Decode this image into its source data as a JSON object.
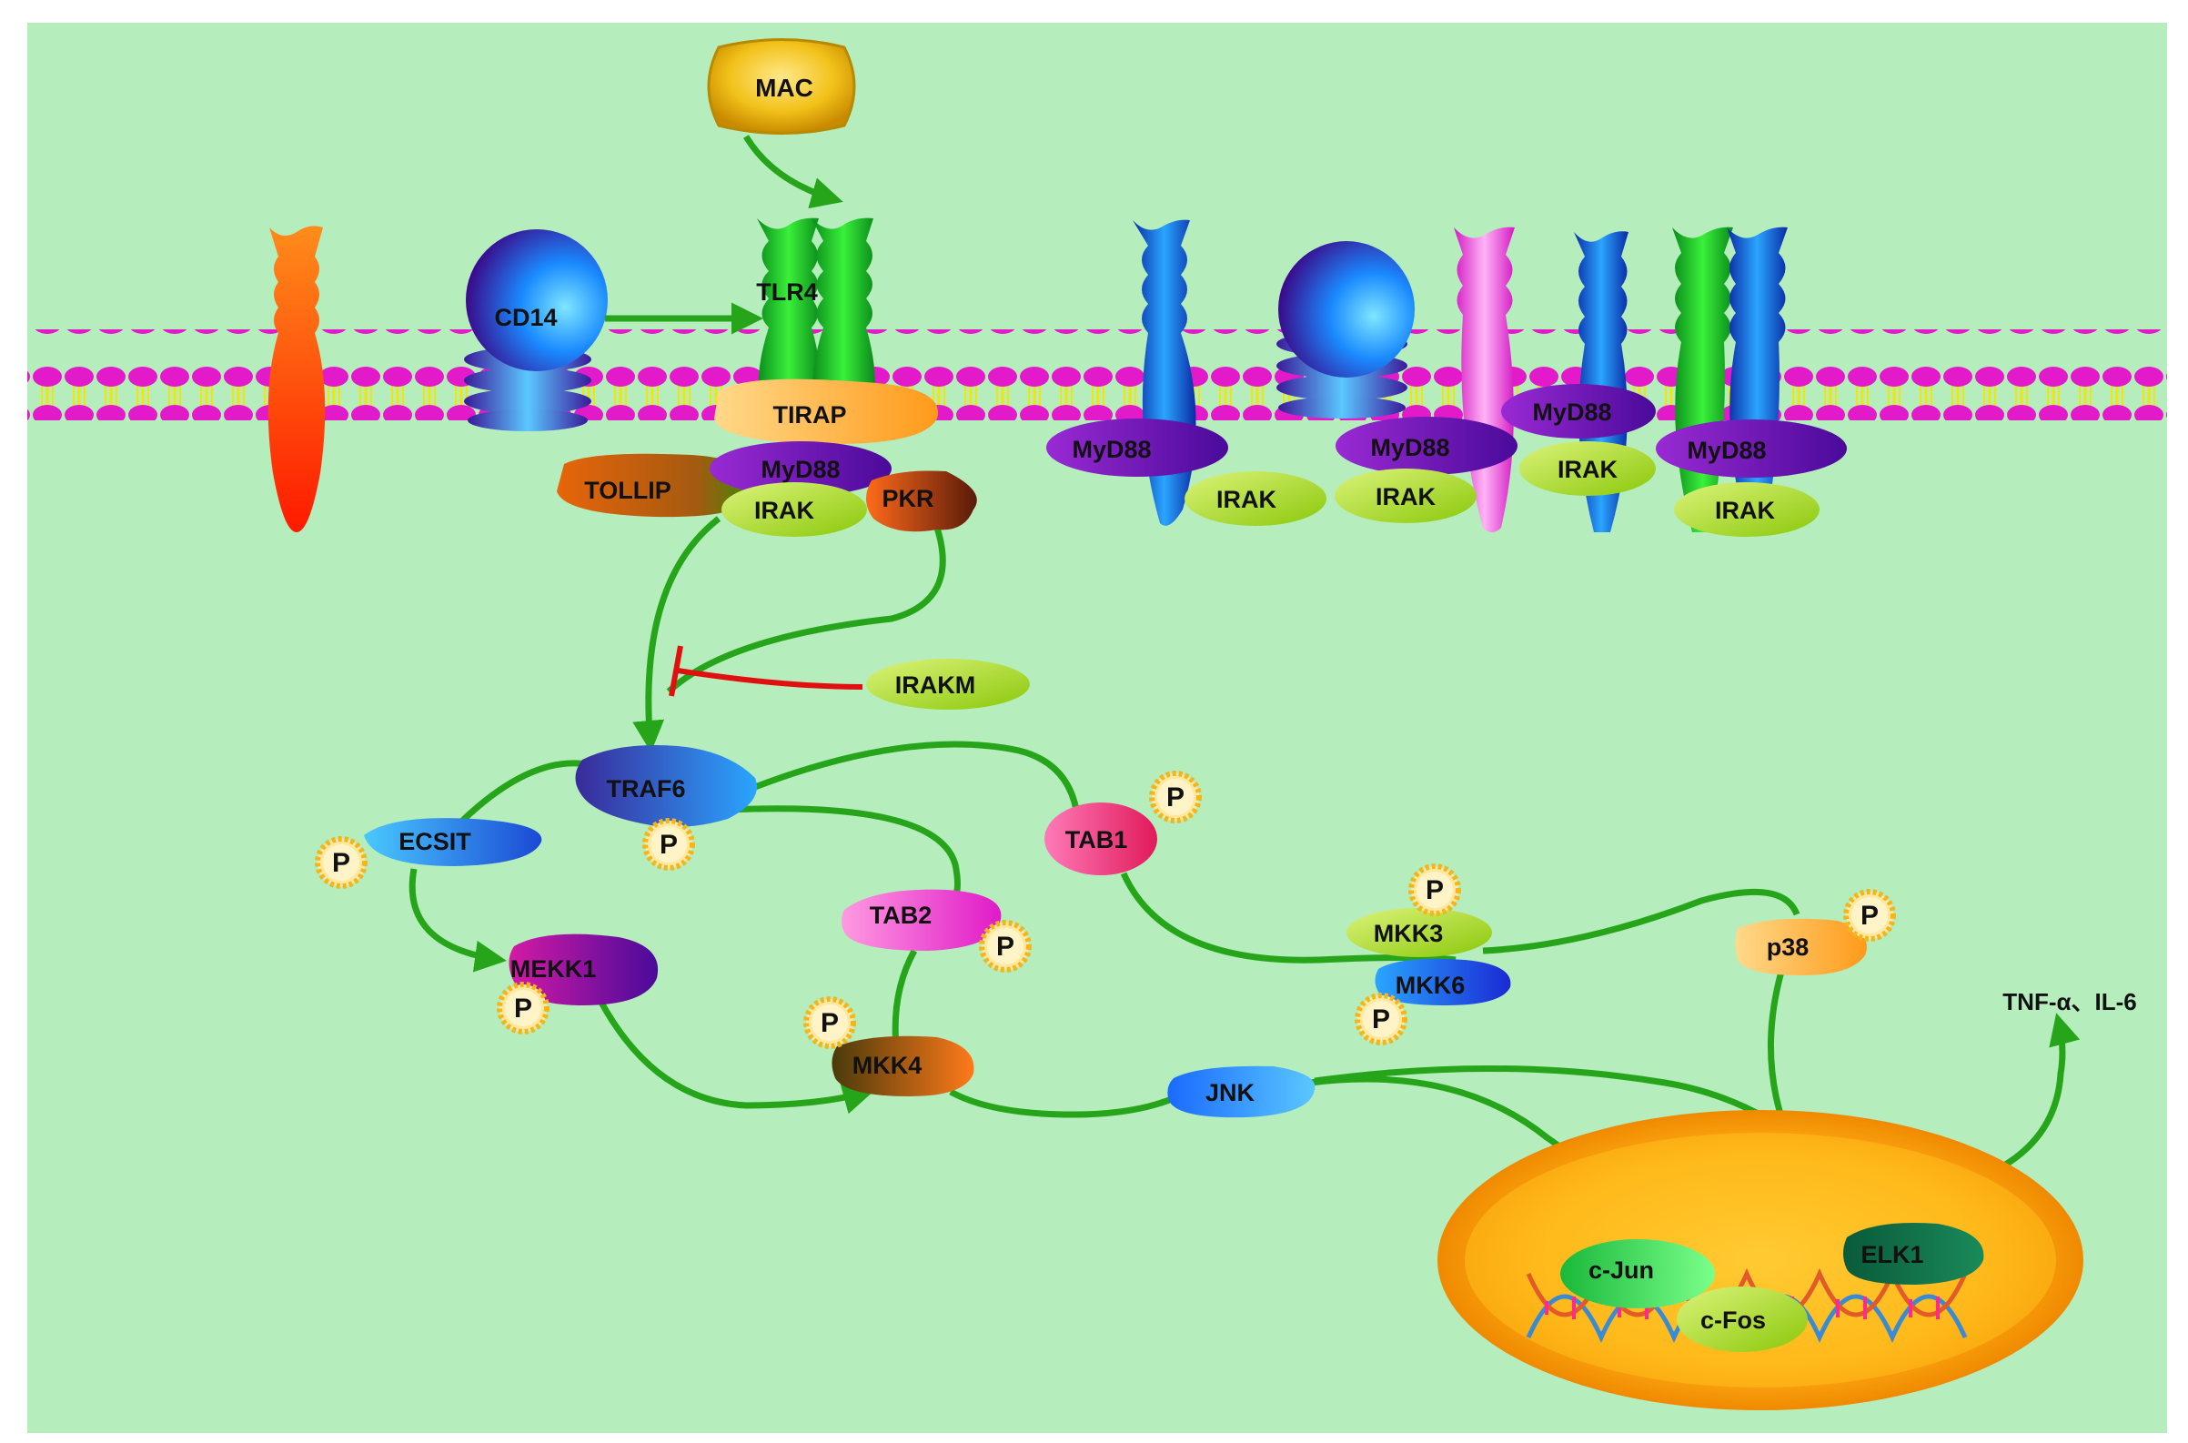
{
  "stimulus": {
    "label": "MAC"
  },
  "receptors": {
    "cd14": "CD14",
    "tlr4": "TLR4"
  },
  "adaptors": {
    "tirap": "TIRAP",
    "myd88_main": "MyD88",
    "irak_main": "IRAK",
    "tollip": "TOLLIP",
    "pkr": "PKR",
    "irakm": "IRAKM"
  },
  "other_complexes": [
    {
      "myd88": "MyD88",
      "irak": "IRAK"
    },
    {
      "myd88": "MyD88",
      "irak": "IRAK"
    },
    {
      "myd88": "MyD88",
      "irak": "IRAK"
    },
    {
      "myd88": "MyD88",
      "irak": "IRAK"
    }
  ],
  "kinases": {
    "traf6": "TRAF6",
    "ecsit": "ECSIT",
    "tab1": "TAB1",
    "tab2": "TAB2",
    "mekk1": "MEKK1",
    "mkk4": "MKK4",
    "mkk3": "MKK3",
    "mkk6": "MKK6",
    "jnk": "JNK",
    "p38": "p38"
  },
  "phospho_label": "P",
  "nucleus": {
    "cjun": "c-Jun",
    "cfos": "c-Fos",
    "elk1": "ELK1"
  },
  "output": "TNF-α、IL-6",
  "colors": {
    "background": "#b5edbd",
    "membrane_head": "#e31ac9",
    "membrane_tail": "#f5e500",
    "activation_arrow": "#26a51a",
    "inhibition": "#e01010"
  }
}
